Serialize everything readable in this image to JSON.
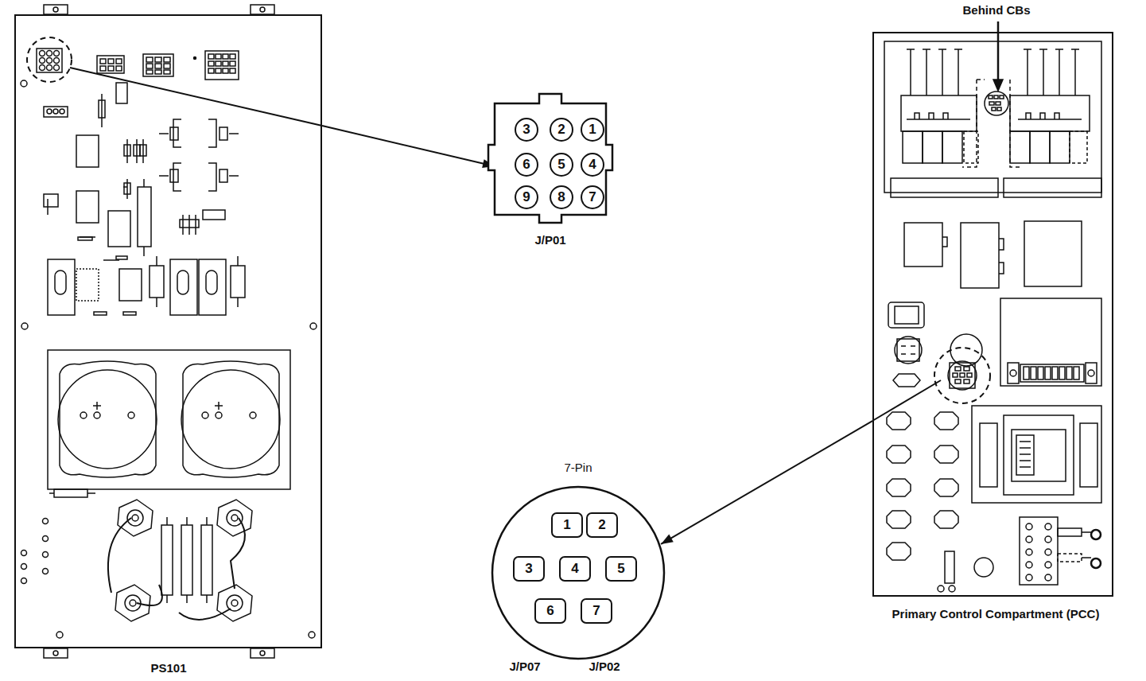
{
  "diagram": {
    "nodes": [
      {
        "text": [
          "PS101"
        ]
      },
      {
        "text": [
          "J/P01"
        ]
      },
      {
        "text": [
          "3"
        ],
        "in": 1
      },
      {
        "text": [
          "2"
        ],
        "in": 1
      },
      {
        "text": [
          "1"
        ],
        "in": 1
      },
      {
        "text": [
          "6"
        ],
        "in": 1
      },
      {
        "text": [
          "5"
        ],
        "in": 1
      },
      {
        "text": [
          "4"
        ],
        "in": 1
      },
      {
        "text": [
          "9"
        ],
        "in": 1
      },
      {
        "text": [
          "8"
        ],
        "in": 1
      },
      {
        "text": [
          "7"
        ],
        "in": 1
      },
      {
        "text": [
          "7-Pin",
          "J/P07",
          "J/P02"
        ]
      },
      {
        "text": [
          "1"
        ],
        "in": 11
      },
      {
        "text": [
          "2"
        ],
        "in": 11
      },
      {
        "text": [
          "3"
        ],
        "in": 11
      },
      {
        "text": [
          "4"
        ],
        "in": 11
      },
      {
        "text": [
          "5"
        ],
        "in": 11
      },
      {
        "text": [
          "6"
        ],
        "in": 11
      },
      {
        "text": [
          "7"
        ],
        "in": 11
      },
      {
        "text": [
          "Primary Control Compartment (PCC)"
        ]
      }
    ],
    "edges": [
      {
        "from": 0,
        "to": 1,
        "arrow": "to"
      },
      {
        "from": 19,
        "to": 11,
        "arrow": "to"
      }
    ],
    "labels": [
      "Behind CBs"
    ]
  }
}
